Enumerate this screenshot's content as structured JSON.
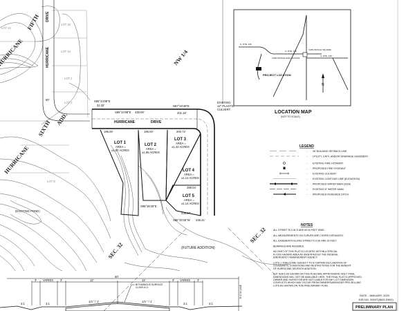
{
  "plat": {
    "street_names": [
      "HURRICANE",
      "DRIVE",
      "HURRICANE",
      "DRIVE"
    ],
    "subdivision_labels": [
      "HURRICANE",
      "FIFTH",
      "ADD.",
      "HURRICANE",
      "SIXTH",
      "ADD."
    ],
    "existing_lots": [
      "LOT 15",
      "LOT 14",
      "LOT 1",
      "LOT 2",
      "LOT 8",
      "LOT 12"
    ],
    "lots": [
      {
        "name": "LOT 1",
        "area_label": "AREA =",
        "area": "±1.57 ACRES"
      },
      {
        "name": "LOT 2",
        "area_label": "AREA =",
        "area": "±1.65 ACRES"
      },
      {
        "name": "LOT 3",
        "area_label": "AREA =",
        "area": "±1.42 ACRES"
      },
      {
        "name": "LOT 4",
        "area_label": "AREA =",
        "area": "±1.12 ACRES"
      },
      {
        "name": "LOT 5",
        "area_label": "AREA =",
        "area": "±1.14 ACRES"
      }
    ],
    "bearings": [
      "S86°44'08\"E",
      "32.32'",
      "S86°44'08\"E",
      "430.00'",
      "N87°34'48\"E",
      "201.18'",
      "S86°30'26\"W",
      "236.41'",
      "195.00'",
      "195.00'",
      "200.72'",
      "288.04'",
      "236.47'",
      "S88°36'29\"E"
    ],
    "culvert_note": [
      "EXISTING",
      "12\" PLASTIC",
      "CULVERT"
    ],
    "other_labels": {
      "nw_quarter": "NW 1/4",
      "section": "SEC. 32",
      "section2": "SEC. 32",
      "future": "(FUTURE ADDITION)",
      "existing_pond": "(EXISTING POND)",
      "row": "60'"
    }
  },
  "location_map": {
    "title": "LOCATION MAP",
    "subtitle": "(NOT TO SCALE)",
    "labels": [
      "IL. RTE. 136",
      "IL. RTE. 136",
      "IL. RTE. 136",
      "CARLINVILLE HIGH SCHOOL",
      "CARLINVILLE SQUARE",
      "PROJECT LOCATION",
      "N"
    ]
  },
  "legend": {
    "title": "LEGEND",
    "items": [
      {
        "symbol": "dash-long",
        "label": "35' BUILDING SETBACK LINE"
      },
      {
        "symbol": "dash-short",
        "label": "UTILITY, CATV, AND/OR DRAINAGE EASEMENT"
      },
      {
        "symbol": "fire-hydrant-existing",
        "label": "EXISTING FIRE HYDRANT"
      },
      {
        "symbol": "fire-hydrant-proposed",
        "label": "PROPOSED FIRE HYDRANT"
      },
      {
        "symbol": "culvert",
        "label": "EXISTING CULVERT"
      },
      {
        "symbol": "contour",
        "label": "EXISTING CONTOUR LINE (ELEVATION)"
      },
      {
        "symbol": "water-main-proposed",
        "label": "PROPOSED WATER MAIN (SIZE)"
      },
      {
        "symbol": "water-main-existing",
        "label": "EXISTING 6\" WATER MAIN"
      },
      {
        "symbol": "ditch",
        "label": "PROPOSED ROADSIDE DITCH"
      }
    ],
    "separator": "-"
  },
  "notes": {
    "title": "NOTES",
    "items": [
      [
        "ALL STREET R.O.W.'S ARE 60.00 FEET WIDE."
      ],
      [
        "ALL MEASUREMENTS ON CURVES ARE CHORD DISTANCES."
      ],
      [
        "ALL EASEMENTS ALONG STREET R.O.W. ARE 20 FEET."
      ],
      [
        "BEARINGS ARE ASSUMED."
      ],
      [
        "NO PART OF THIS PLAT IS LOCATED WITHIN A SPECIAL",
        "FLOOD HAZARD AREA AS IDENTIFIED BY THE FEDERAL",
        "EMERGENCY MANAGEMENT AGENCY."
      ],
      [
        "LOTS 1 THRU 5 ARE SUBJECT TO A CERTAIN DECLARATION OF",
        "COVENANTS, CONDITIONS AND RESTRICTIONS FOR THE BENEFIT",
        "OF HURRICANE SEVENTH ADDITION."
      ],
      [
        "LOT SIZES AS SHOWN ON THIS PLAN ARE APPROXIMATE ONLY.  FINAL",
        "DIMENSIONS WILL NOT BE AVAILABLE UNTIL THE FINAL PLAT IS APPROVED.",
        "OWNER AND SURVEYOR ARE NOT LIABLE FOR ANY LOT DIMENSION",
        "CONFLICTS WHICH MAY OCCUR FROM OWNER/SUBDIVIDER PRE-SELLING",
        "LOTS AS SHOWN ON THIS PRELIMINARY PLAN."
      ]
    ]
  },
  "title_block": {
    "date": "DATE : JANUARY, 2023",
    "job_no": "JOB NO. 99037(8625.DWG)",
    "sheet_title": "PRELIMINARY PLAN"
  },
  "cross_section": {
    "total_width": "60'",
    "dims": [
      "3'",
      "VARIES",
      "3'",
      "12'",
      "12'",
      "3'",
      "VARIES",
      "3'"
    ],
    "surface_note": [
      "BITUMINOUS SURFACE",
      "CLASS A-3"
    ],
    "slopes": [
      "1/4 \" / 1'",
      "1/4 \" / 1'"
    ],
    "side_slopes": [
      "3:1",
      "3:1",
      "3:1",
      "3:1"
    ],
    "row_line": "R.O.W. LINE"
  }
}
